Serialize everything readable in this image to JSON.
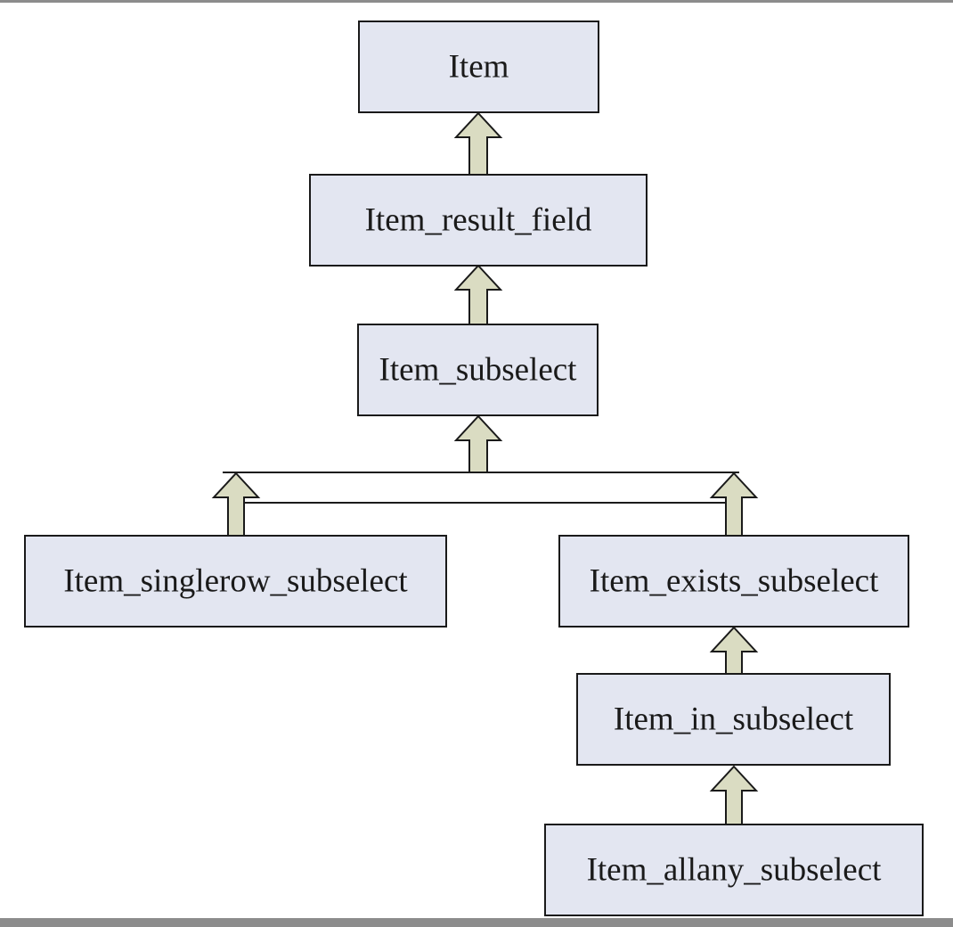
{
  "diagram": {
    "nodes": {
      "item": "Item",
      "item_result_field": "Item_result_field",
      "item_subselect": "Item_subselect",
      "item_singlerow_subselect": "Item_singlerow_subselect",
      "item_exists_subselect": "Item_exists_subselect",
      "item_in_subselect": "Item_in_subselect",
      "item_allany_subselect": "Item_allany_subselect"
    },
    "colors": {
      "node_fill": "#e3e6f1",
      "arrow_fill": "#dadcc2",
      "stroke": "#1a1a1a",
      "frame_bar": "#8c8c8c"
    }
  }
}
